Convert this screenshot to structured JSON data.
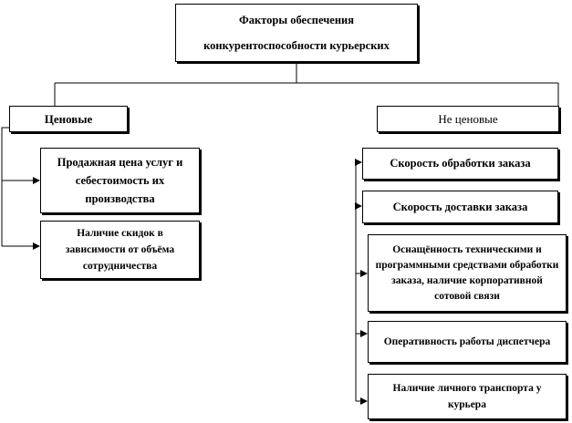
{
  "root": {
    "line1": "Факторы обеспечения",
    "line2": "конкурентоспособности курьерских"
  },
  "categories": {
    "price": "Ценовые",
    "nonprice": "Не ценовые"
  },
  "price_factors": [
    "Продажная цена услуг и себестоимость их производства",
    "Наличие скидок в зависимости от объёма сотрудничества"
  ],
  "nonprice_factors": [
    "Скорость обработки заказа",
    "Скорость доставки заказа",
    "Оснащённость техническими и программными средствами обработки заказа, наличие корпоративной сотовой связи",
    "Оперативность работы диспетчера",
    "Наличие личного транспорта у курьера"
  ]
}
